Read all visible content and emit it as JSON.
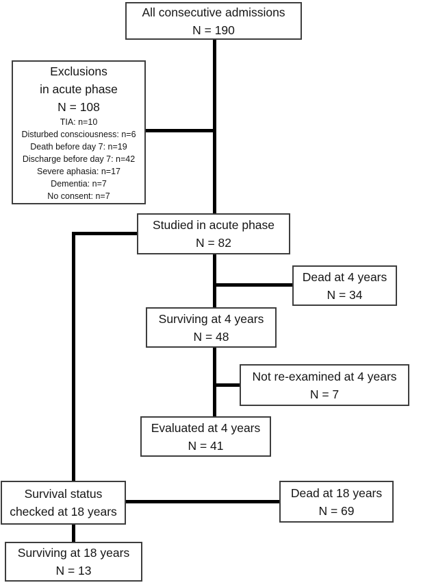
{
  "diagram": {
    "type": "patient-flow-chart",
    "colors": {
      "background": "#ffffff",
      "box_border": "#3d3d3d",
      "connector": "#000000",
      "text": "#151515"
    },
    "nodes": {
      "admissions": {
        "line1": "All consecutive admissions",
        "line2": "N = 190"
      },
      "exclusions": {
        "line1": "Exclusions",
        "line2": "in acute phase",
        "line3": "N = 108",
        "details": [
          "TIA: n=10",
          "Disturbed consciousness: n=6",
          "Death before day 7: n=19",
          "Discharge before day 7: n=42",
          "Severe aphasia: n=17",
          "Dementia: n=7",
          "No consent: n=7"
        ]
      },
      "studied": {
        "line1": "Studied in acute phase",
        "line2": "N = 82"
      },
      "dead_4y": {
        "line1": "Dead at 4 years",
        "line2": "N = 34"
      },
      "surviving_4y": {
        "line1": "Surviving at 4 years",
        "line2": "N = 48"
      },
      "not_reexamined_4y": {
        "line1": "Not re-examined at 4 years",
        "line2": "N = 7"
      },
      "evaluated_4y": {
        "line1": "Evaluated at 4 years",
        "line2": "N = 41"
      },
      "survival_status_18y": {
        "line1": "Survival status",
        "line2": "checked at 18 years"
      },
      "dead_18y": {
        "line1": "Dead at 18 years",
        "line2": "N = 69"
      },
      "surviving_18y": {
        "line1": "Surviving at 18 years",
        "line2": "N = 13"
      }
    }
  }
}
